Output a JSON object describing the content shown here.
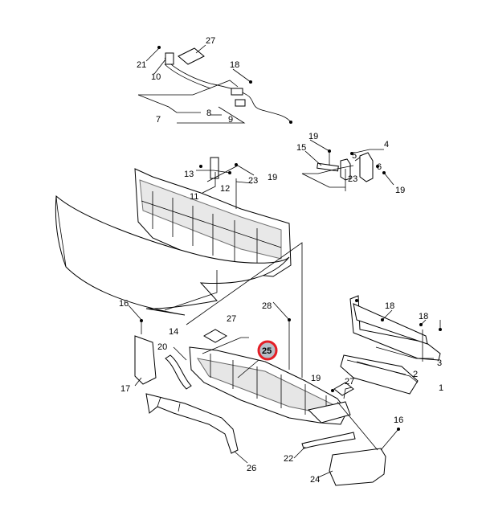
{
  "diagram": {
    "highlight_color": "#e41e26",
    "highlight_fill": "#b7bfc8",
    "highlighted_callout": "25",
    "callouts": [
      {
        "id": "c27a",
        "label": "27"
      },
      {
        "id": "c21",
        "label": "21"
      },
      {
        "id": "c18a",
        "label": "18"
      },
      {
        "id": "c10",
        "label": "10"
      },
      {
        "id": "c8",
        "label": "8"
      },
      {
        "id": "c9",
        "label": "9"
      },
      {
        "id": "c7",
        "label": "7"
      },
      {
        "id": "c19a",
        "label": "19"
      },
      {
        "id": "c15",
        "label": "15"
      },
      {
        "id": "c5",
        "label": "5"
      },
      {
        "id": "c4",
        "label": "4"
      },
      {
        "id": "c6",
        "label": "6"
      },
      {
        "id": "c23a",
        "label": "23"
      },
      {
        "id": "c19b",
        "label": "19"
      },
      {
        "id": "c13",
        "label": "13"
      },
      {
        "id": "c19c",
        "label": "19"
      },
      {
        "id": "c23b",
        "label": "23"
      },
      {
        "id": "c12",
        "label": "12"
      },
      {
        "id": "c11",
        "label": "11"
      },
      {
        "id": "c16a",
        "label": "16"
      },
      {
        "id": "c28",
        "label": "28"
      },
      {
        "id": "c18b",
        "label": "18"
      },
      {
        "id": "c18c",
        "label": "18"
      },
      {
        "id": "c14",
        "label": "14"
      },
      {
        "id": "c27b",
        "label": "27"
      },
      {
        "id": "c20",
        "label": "20"
      },
      {
        "id": "c25",
        "label": "25"
      },
      {
        "id": "c3",
        "label": "3"
      },
      {
        "id": "c2",
        "label": "2"
      },
      {
        "id": "c19d",
        "label": "19"
      },
      {
        "id": "c27c",
        "label": "27"
      },
      {
        "id": "c1",
        "label": "1"
      },
      {
        "id": "c17",
        "label": "17"
      },
      {
        "id": "c16b",
        "label": "16"
      },
      {
        "id": "c22",
        "label": "22"
      },
      {
        "id": "c26",
        "label": "26"
      },
      {
        "id": "c24",
        "label": "24"
      }
    ]
  }
}
